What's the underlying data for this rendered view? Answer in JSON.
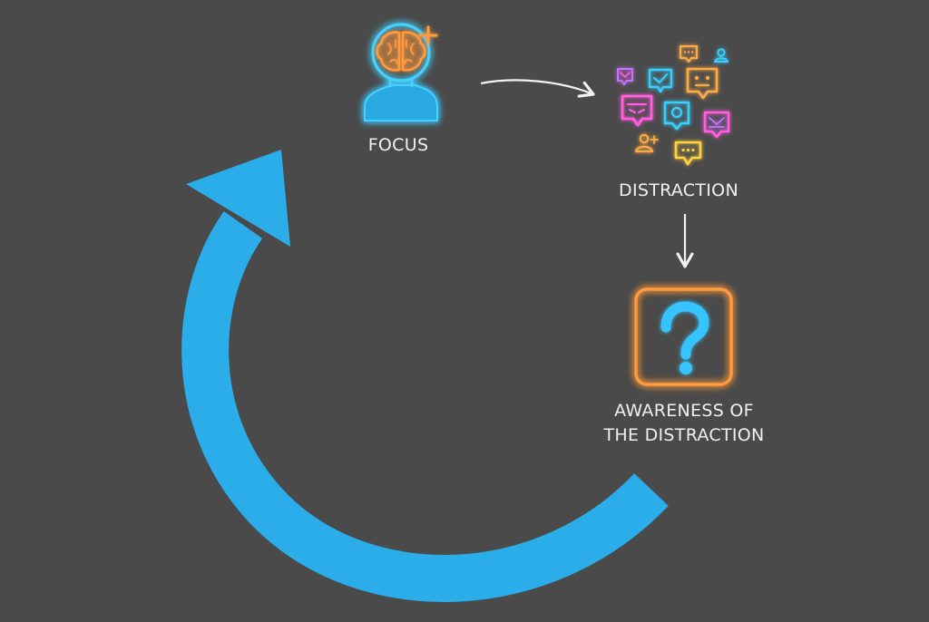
{
  "nodes": {
    "focus": {
      "label": "FOCUS",
      "icon": "head-brain-icon"
    },
    "distraction": {
      "label": "DISTRACTION",
      "icon": "notification-cluster-icon"
    },
    "awareness": {
      "label_line1": "AWARENESS OF",
      "label_line2": "THE DISTRACTION",
      "icon": "question-mark-icon"
    }
  },
  "colors": {
    "background": "#4a4a4a",
    "cycle_arrow": "#2aade9",
    "focus_glow": "#35c4ff",
    "brain": "#ff9a3c",
    "question_frame": "#ff9a3c",
    "question_mark": "#35c4ff",
    "connector": "#f2f2f2",
    "notification_pink": "#ff5ee0",
    "notification_cyan": "#38cfff",
    "notification_orange": "#ffab45",
    "notification_purple": "#c771ff",
    "notification_yellow": "#ffd23f"
  }
}
